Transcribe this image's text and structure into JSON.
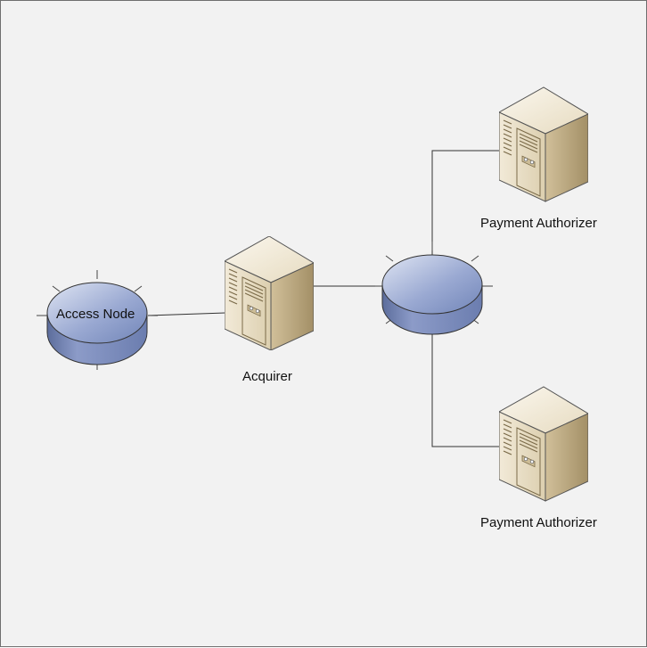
{
  "diagram": {
    "nodes": {
      "access_node": {
        "label": "Access Node",
        "icon": "router-icon"
      },
      "acquirer": {
        "label": "Acquirer",
        "icon": "server-icon"
      },
      "network_hub": {
        "label": "",
        "icon": "router-icon"
      },
      "payment_authorizer_top": {
        "label": "Payment Authorizer",
        "icon": "server-icon"
      },
      "payment_authorizer_bottom": {
        "label": "Payment Authorizer",
        "icon": "server-icon"
      }
    },
    "edges": [
      {
        "from": "access_node",
        "to": "acquirer"
      },
      {
        "from": "acquirer",
        "to": "network_hub"
      },
      {
        "from": "network_hub",
        "to": "payment_authorizer_top"
      },
      {
        "from": "network_hub",
        "to": "payment_authorizer_bottom"
      }
    ],
    "colors": {
      "background": "#f2f2f2",
      "router_fill": "#8e9fcc",
      "server_fill": "#e3d5b8",
      "connector": "#333333"
    }
  }
}
